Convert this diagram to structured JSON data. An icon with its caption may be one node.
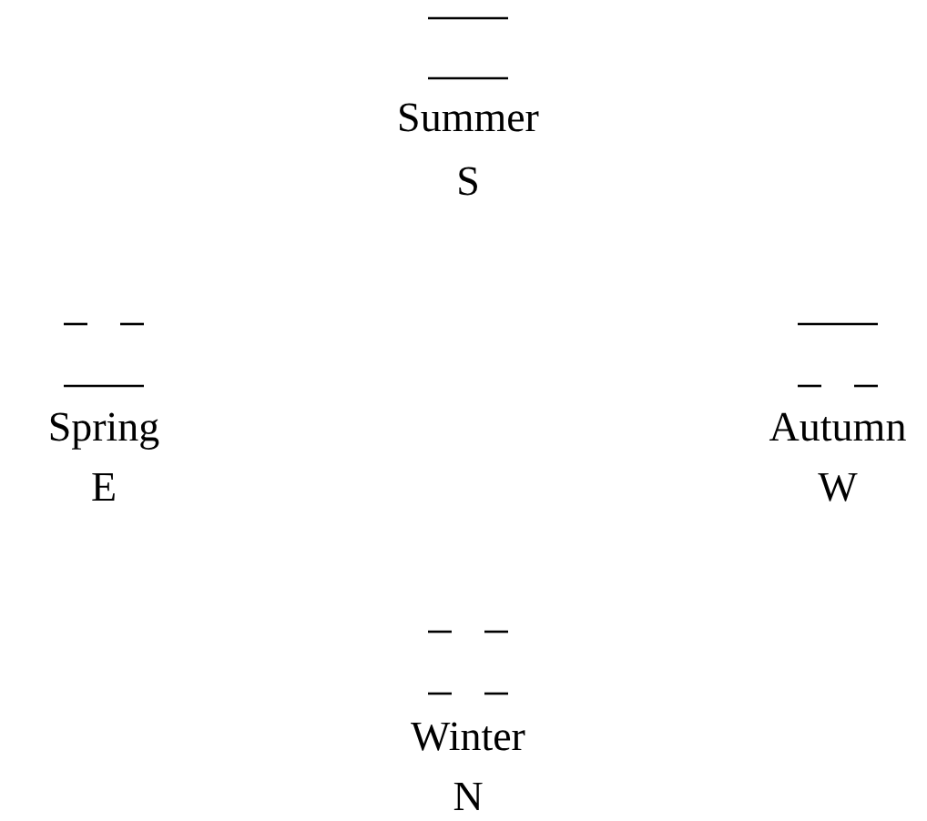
{
  "diagram": {
    "labels": [
      "Summer",
      "S",
      "Spring",
      "E",
      "Autumn",
      "W",
      "Winter",
      "N"
    ]
  }
}
